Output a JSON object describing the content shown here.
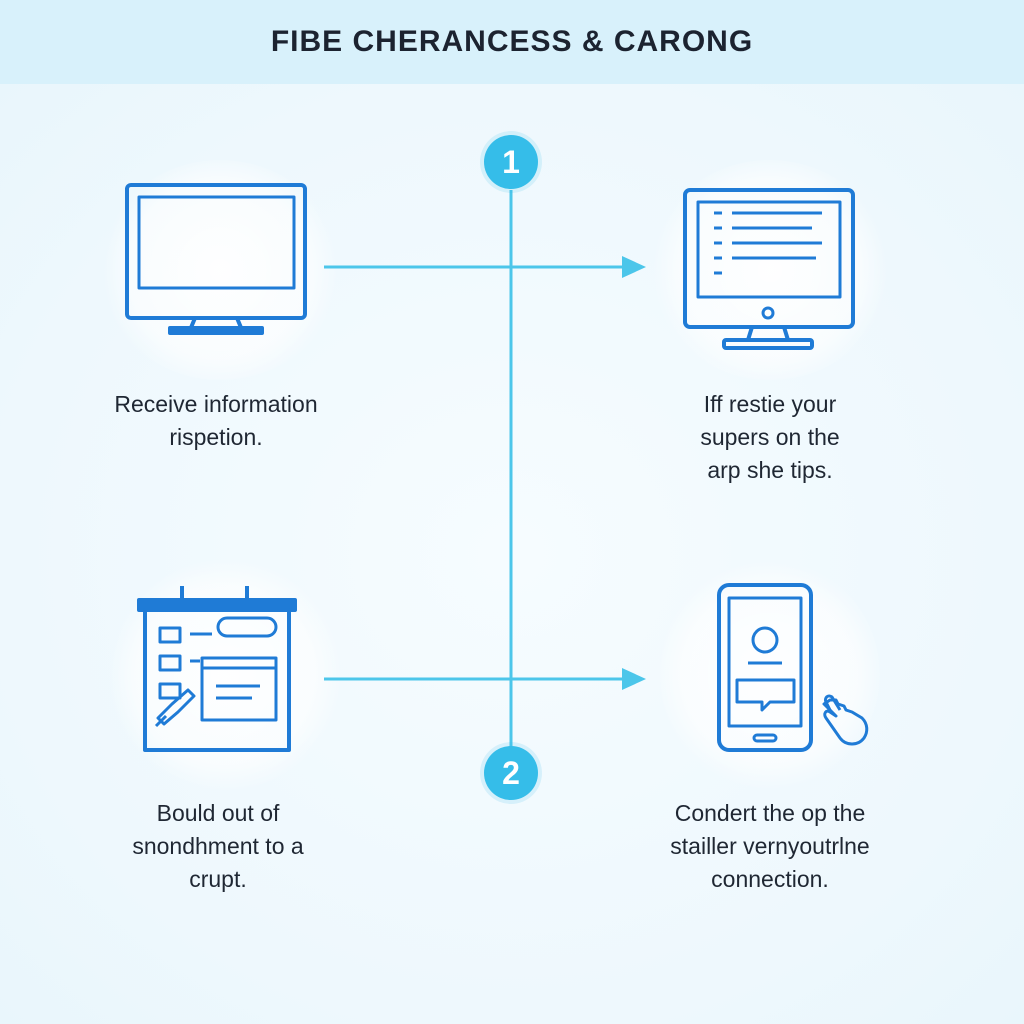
{
  "title": "FIBE CHERANCESS & CARONG",
  "colors": {
    "header_bg": "#d8f1fb",
    "background": "#eef8fd",
    "accent_line": "#4cc6ea",
    "icon_stroke": "#1f7bd6",
    "badge": "#35bde9",
    "text": "#1f2733"
  },
  "badges": [
    "1",
    "2"
  ],
  "steps": [
    {
      "icon": "desktop-monitor-icon",
      "caption": [
        "Receive information",
        "rispetion."
      ]
    },
    {
      "icon": "monitor-document-icon",
      "caption": [
        "Iff restie your",
        "supers on the",
        "arp she tips."
      ]
    },
    {
      "icon": "form-board-icon",
      "caption": [
        "Bould out of",
        "snondhment to a",
        "crupt."
      ]
    },
    {
      "icon": "smartphone-tap-icon",
      "caption": [
        "Condert the op the",
        "stailler vernyoutrlne",
        "connection."
      ]
    }
  ]
}
